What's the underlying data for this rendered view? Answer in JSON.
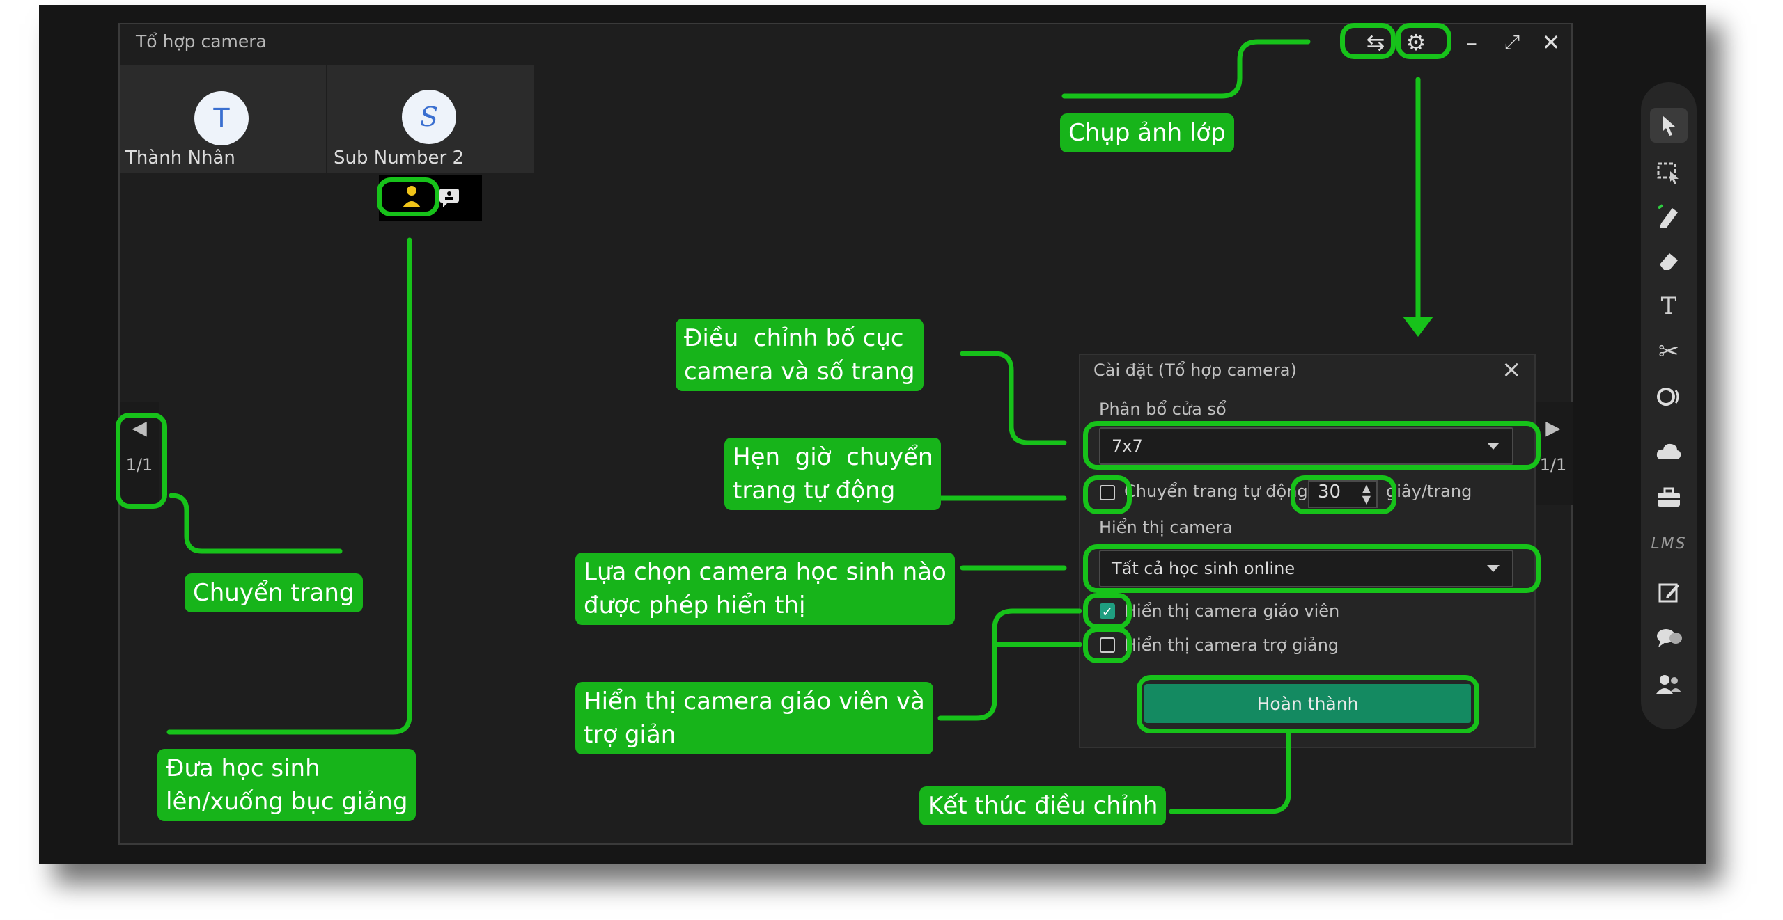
{
  "window": {
    "title": "Tổ hợp camera",
    "buttons": [
      "⇆",
      "⚙",
      "–",
      "⤢",
      "✕"
    ]
  },
  "tiles": [
    {
      "initial": "T",
      "name": "Thành Nhân"
    },
    {
      "initial": "S",
      "name": "Sub Number 2"
    }
  ],
  "pager": {
    "page": "1/1"
  },
  "dialog": {
    "title": "Cài đặt (Tổ hợp camera)",
    "layout_label": "Phân bổ cửa sổ",
    "layout_value": "7x7",
    "auto_switch_label": "Chuyển trang tự động",
    "auto_switch_seconds": "30",
    "auto_switch_unit": "giây/trang",
    "camera_display_label": "Hiển thị camera",
    "camera_display_value": "Tất cả học sinh online",
    "show_teacher_camera": "Hiển thị camera giáo viên",
    "show_assistant_camera": "Hiển thị camera trợ giảng",
    "done_button": "Hoàn thành",
    "teacher_checked": true,
    "assistant_checked": false
  },
  "annotations": {
    "snapshot": "Chụp ảnh lớp",
    "layout": "Điều  chỉnh bố cục\ncamera và số trang",
    "timer": "Hẹn  giờ  chuyển\ntrang tự động",
    "page_switch": "Chuyển trang",
    "select_students": "Lựa chọn camera học sinh nào\nđược phép hiển thị",
    "show_cameras": "Hiển thị camera giáo viên và\ntrợ giản",
    "stage": "Đưa học sinh\nlên/xuống bục giảng",
    "finish": "Kết thúc điều chỉnh"
  },
  "toolbar": {
    "lms_label": "LMS"
  },
  "colors": {
    "annotation_green": "#17c21a",
    "done_button": "#148a61",
    "checkbox_on": "#1f9e80"
  }
}
